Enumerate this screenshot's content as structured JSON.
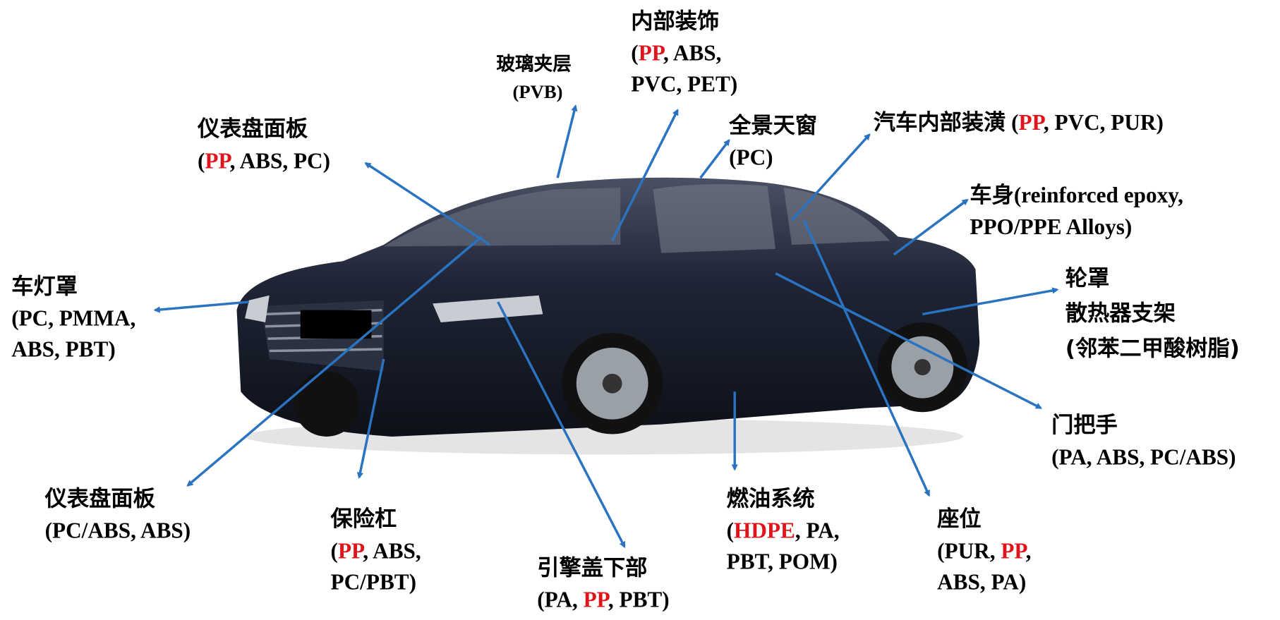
{
  "colors": {
    "arrow": "#2a73c0",
    "highlight": "#e0141b",
    "car": "#1c2233"
  },
  "labels": {
    "interior_trim": {
      "title": "内部装饰",
      "l1_red": "PP",
      "l1": ", ABS,",
      "l2": "PVC, PET)"
    },
    "glass_interlayer": {
      "title": "玻璃夹层",
      "l1": "(PVB)"
    },
    "dashboard_top": {
      "title": "仪表盘面板",
      "red": "PP",
      "rest": ", ABS, PC)"
    },
    "sunroof": {
      "title": "全景天窗",
      "l1": "(PC)"
    },
    "upholstery": {
      "title": "汽车内部装潢",
      "red": "PP",
      "rest": ", PVC, PUR)"
    },
    "body": {
      "title": "车身",
      "l1": "(reinforced epoxy,",
      "l2": "PPO/PPE Alloys)"
    },
    "wheel_cover": {
      "title": "轮罩",
      "l2": "散热器支架",
      "l3": "(邻苯二甲酸树脂)"
    },
    "lamp_cover": {
      "title": "车灯罩",
      "l1": "(PC, PMMA,",
      "l2": "ABS, PBT)"
    },
    "door_handle": {
      "title": "门把手",
      "l1": "(PA, ABS, PC/ABS)"
    },
    "dashboard_bottom": {
      "title": "仪表盘面板",
      "l1": "(PC/ABS, ABS)"
    },
    "bumper": {
      "title": "保险杠",
      "red": "PP",
      "rest": ", ABS,",
      "l2": "PC/PBT)"
    },
    "fuel_system": {
      "title": "燃油系统",
      "red": "HDPE",
      "rest": ", PA,",
      "l2": "PBT, POM)"
    },
    "seat": {
      "title": "座位",
      "pre": "(PUR, ",
      "red": "PP",
      "rest": ",",
      "l2": "ABS, PA)"
    },
    "under_hood": {
      "title": "引擎盖下部",
      "pre": "(PA, ",
      "red": "PP",
      "rest": ", PBT)"
    }
  }
}
